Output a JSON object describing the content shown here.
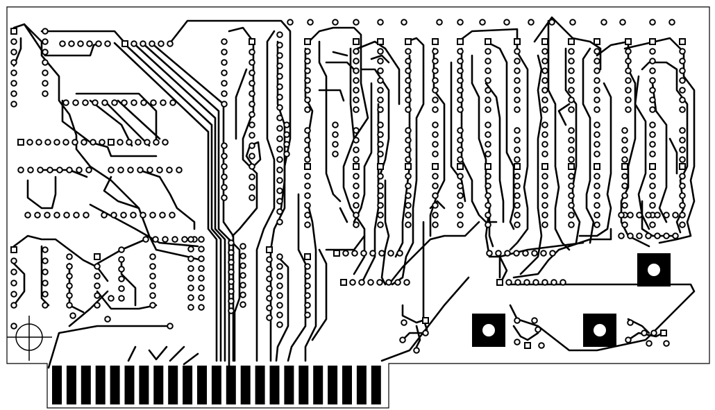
{
  "diagram": {
    "kind": "pcb-artwork",
    "palette": {
      "ink": "#000000",
      "paper": "#ffffff"
    },
    "edge_connector": {
      "finger_count": 23
    },
    "mounting_pads": {
      "count": 3
    },
    "fiducial": {
      "symbol": "registration-crosshair"
    },
    "labels": []
  }
}
